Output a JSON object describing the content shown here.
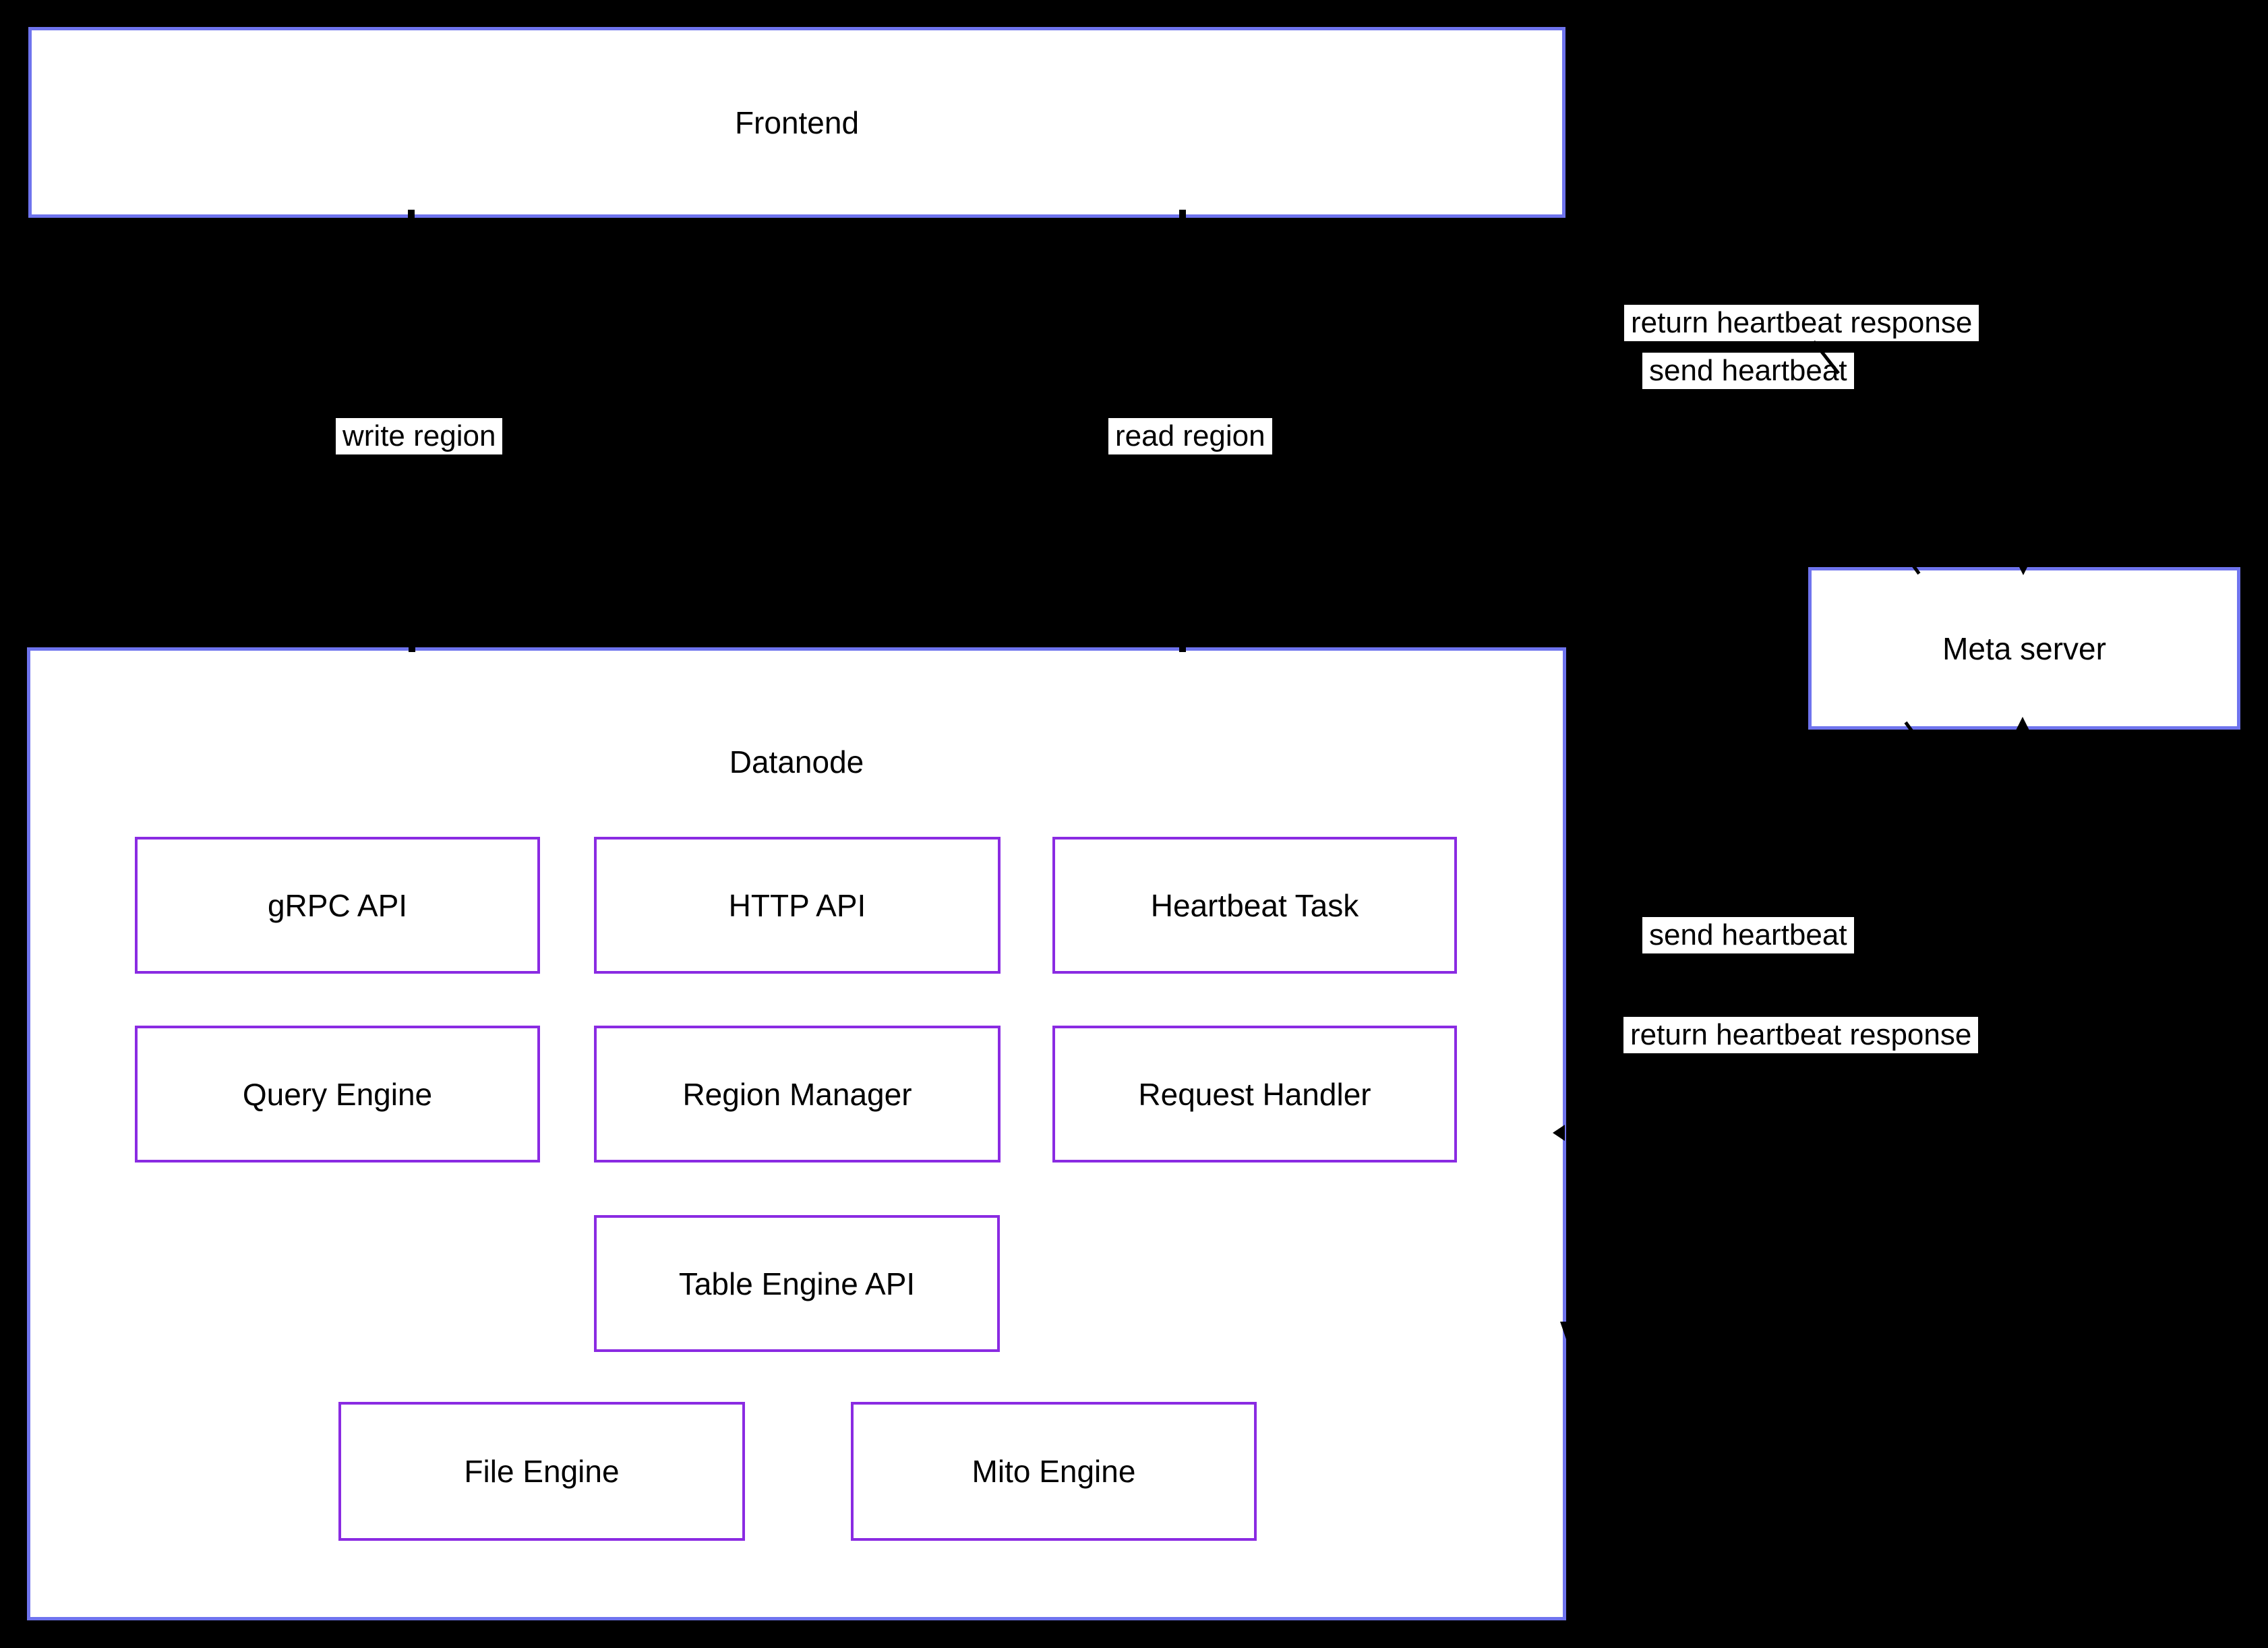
{
  "diagram": {
    "frontend": {
      "label": "Frontend"
    },
    "meta_server": {
      "label": "Meta server"
    },
    "datanode": {
      "label": "Datanode",
      "components": [
        {
          "label": "gRPC API"
        },
        {
          "label": "HTTP API"
        },
        {
          "label": "Heartbeat Task"
        },
        {
          "label": "Query Engine"
        },
        {
          "label": "Region Manager"
        },
        {
          "label": "Request Handler"
        },
        {
          "label": "Table Engine API"
        },
        {
          "label": "File Engine"
        },
        {
          "label": "Mito Engine"
        }
      ]
    },
    "edge_labels": {
      "write_region": "write region",
      "read_region": "read region",
      "frontend_meta_return": "return heartbeat response",
      "frontend_meta_send": "send heartbeat",
      "datanode_meta_send": "send heartbeat",
      "datanode_meta_return": "return heartbeat response"
    },
    "colors": {
      "background": "#000000",
      "container_border": "#6f74ee",
      "component_border": "#8a2be2",
      "node_fill": "#ffffff",
      "text": "#000000",
      "edge_label_background": "#ffffff"
    }
  }
}
